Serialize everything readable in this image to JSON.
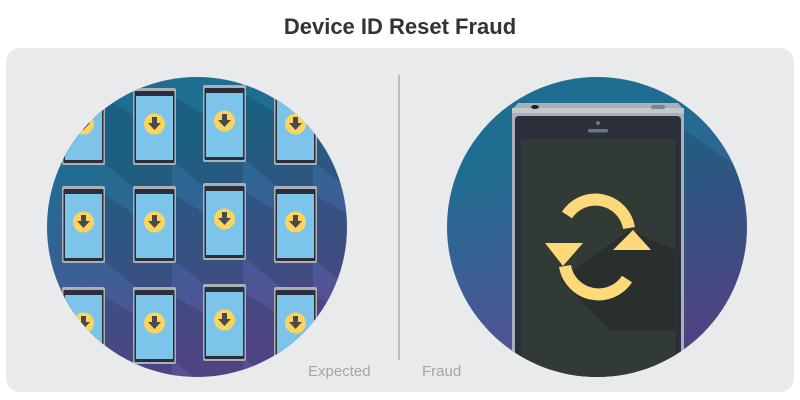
{
  "title": "Device ID Reset Fraud",
  "panels": {
    "expected": {
      "label": "Expected",
      "icon": "download-icon",
      "phone_count": 12
    },
    "fraud": {
      "label": "Fraud",
      "icon": "refresh-icon"
    }
  },
  "colors": {
    "circle_top": "#1f6e92",
    "circle_bottom": "#5a4e96",
    "phone_screen": "#7cc4ea",
    "badge": "#fdd55e",
    "fraud_screen": "#323a36"
  }
}
